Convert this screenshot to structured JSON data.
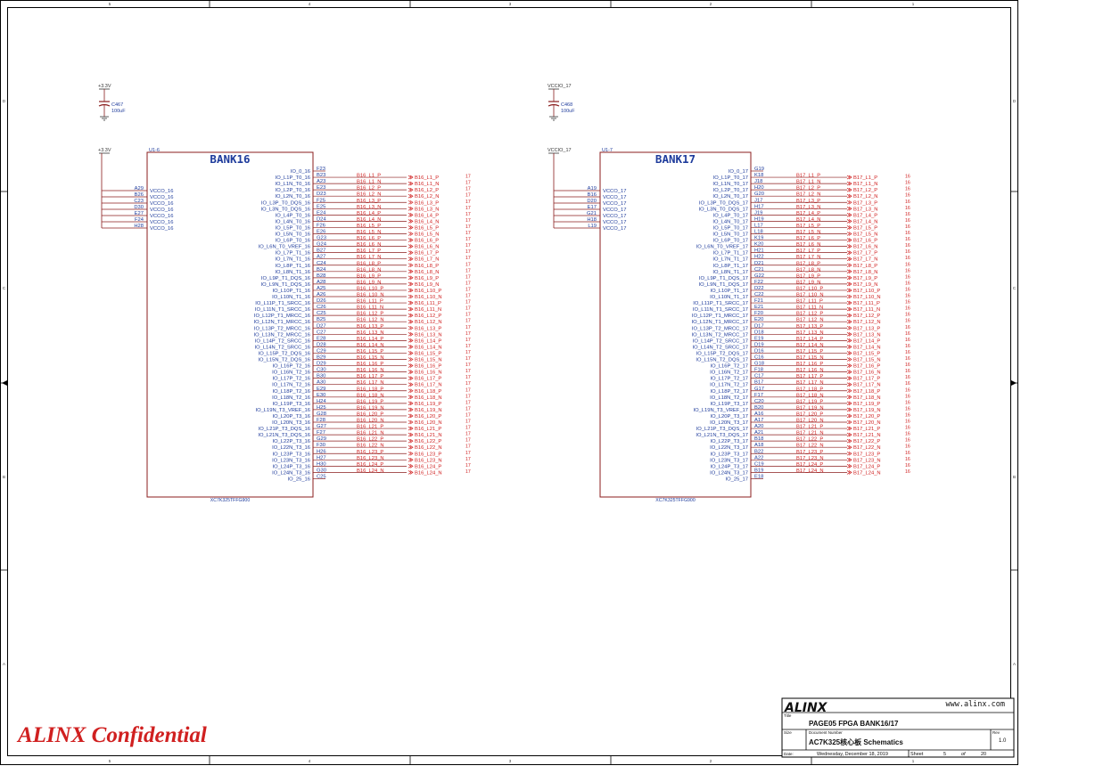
{
  "frame": {
    "top_cols": [
      "5",
      "4",
      "3",
      "2",
      "1"
    ],
    "bottom_cols": [
      "5",
      "4",
      "3",
      "2",
      "1"
    ],
    "rows": [
      "D",
      "C",
      "B",
      "A"
    ]
  },
  "power": {
    "left": {
      "top_net": "+3.3V",
      "cap_ref": "C467",
      "cap_val": "100uF",
      "feed_net": "+3.3V"
    },
    "right": {
      "top_net": "VCCIO_17",
      "cap_ref": "C468",
      "cap_val": "100uF",
      "feed_net": "VCCIO_17"
    }
  },
  "banks": [
    {
      "id": "bank16",
      "title": "BANK16",
      "ref": "U1-6",
      "part": "XC7K325TFFG900",
      "vcc_pins": [
        "A29",
        "B26",
        "C23",
        "D30",
        "E27",
        "F24",
        "H28"
      ],
      "vcc_names": [
        "VCCO_16",
        "VCCO_16",
        "VCCO_16",
        "VCCO_16",
        "VCCO_16",
        "VCCO_16",
        "VCCO_16"
      ],
      "io_names": [
        "IO_0_16",
        "IO_L1P_T0_16",
        "IO_L1N_T0_16",
        "IO_L2P_T0_16",
        "IO_L2N_T0_16",
        "IO_L3P_T0_DQS_16",
        "IO_L3N_T0_DQS_16",
        "IO_L4P_T0_16",
        "IO_L4N_T0_16",
        "IO_L5P_T0_16",
        "IO_L5N_T0_16",
        "IO_L6P_T0_16",
        "IO_L6N_T0_VREF_16",
        "IO_L7P_T1_16",
        "IO_L7N_T1_16",
        "IO_L8P_T1_16",
        "IO_L8N_T1_16",
        "IO_L9P_T1_DQS_16",
        "IO_L9N_T1_DQS_16",
        "IO_L10P_T1_16",
        "IO_L10N_T1_16",
        "IO_L11P_T1_SRCC_16",
        "IO_L11N_T1_SRCC_16",
        "IO_L12P_T1_MRCC_16",
        "IO_L12N_T1_MRCC_16",
        "IO_L13P_T2_MRCC_16",
        "IO_L13N_T2_MRCC_16",
        "IO_L14P_T2_SRCC_16",
        "IO_L14N_T2_SRCC_16",
        "IO_L15P_T2_DQS_16",
        "IO_L15N_T2_DQS_16",
        "IO_L16P_T2_16",
        "IO_L16N_T2_16",
        "IO_L17P_T2_16",
        "IO_L17N_T2_16",
        "IO_L18P_T2_16",
        "IO_L18N_T2_16",
        "IO_L19P_T3_16",
        "IO_L19N_T3_VREF_16",
        "IO_L20P_T3_16",
        "IO_L20N_T3_16",
        "IO_L21P_T3_DQS_16",
        "IO_L21N_T3_DQS_16",
        "IO_L22P_T3_16",
        "IO_L22N_T3_16",
        "IO_L23P_T3_16",
        "IO_L23N_T3_16",
        "IO_L24P_T3_16",
        "IO_L24N_T3_16",
        "IO_25_16"
      ],
      "io_pins": [
        "F23",
        "B23",
        "A23",
        "E23",
        "D23",
        "F25",
        "E25",
        "E24",
        "D24",
        "F26",
        "E26",
        "G23",
        "G24",
        "B27",
        "A27",
        "C24",
        "B24",
        "B28",
        "A28",
        "A25",
        "A26",
        "D26",
        "C26",
        "C25",
        "B25",
        "D27",
        "C27",
        "E28",
        "D28",
        "C29",
        "B29",
        "D29",
        "C30",
        "B30",
        "A30",
        "E29",
        "E30",
        "H24",
        "H25",
        "G28",
        "F28",
        "G27",
        "F27",
        "G29",
        "F30",
        "H26",
        "H27",
        "H30",
        "G30",
        "C25"
      ],
      "nets": [
        "",
        "B16_L1_P",
        "B16_L1_N",
        "B16_L2_P",
        "B16_L2_N",
        "B16_L3_P",
        "B16_L3_N",
        "B16_L4_P",
        "B16_L4_N",
        "B16_L5_P",
        "B16_L5_N",
        "B16_L6_P",
        "B16_L6_N",
        "B16_L7_P",
        "B16_L7_N",
        "B16_L8_P",
        "B16_L8_N",
        "B16_L9_P",
        "B16_L9_N",
        "B16_L10_P",
        "B16_L10_N",
        "B16_L11_P",
        "B16_L11_N",
        "B16_L12_P",
        "B16_L12_N",
        "B16_L13_P",
        "B16_L13_N",
        "B16_L14_P",
        "B16_L14_N",
        "B16_L15_P",
        "B16_L15_N",
        "B16_L16_P",
        "B16_L16_N",
        "B16_L17_P",
        "B16_L17_N",
        "B16_L18_P",
        "B16_L18_N",
        "B16_L19_P",
        "B16_L19_N",
        "B16_L20_P",
        "B16_L20_N",
        "B16_L21_P",
        "B16_L21_N",
        "B16_L22_P",
        "B16_L22_N",
        "B16_L23_P",
        "B16_L23_N",
        "B16_L24_P",
        "B16_L24_N",
        ""
      ],
      "offpage": "17"
    },
    {
      "id": "bank17",
      "title": "BANK17",
      "ref": "U1-7",
      "part": "XC7K325TFFG900",
      "vcc_pins": [
        "A19",
        "B16",
        "D20",
        "E17",
        "G21",
        "H18",
        "L19"
      ],
      "vcc_names": [
        "VCCO_17",
        "VCCO_17",
        "VCCO_17",
        "VCCO_17",
        "VCCO_17",
        "VCCO_17",
        "VCCO_17"
      ],
      "io_names": [
        "IO_0_17",
        "IO_L1P_T0_17",
        "IO_L1N_T0_17",
        "IO_L2P_T0_17",
        "IO_L2N_T0_17",
        "IO_L3P_T0_DQS_17",
        "IO_L3N_T0_DQS_17",
        "IO_L4P_T0_17",
        "IO_L4N_T0_17",
        "IO_L5P_T0_17",
        "IO_L5N_T0_17",
        "IO_L6P_T0_17",
        "IO_L6N_T0_VREF_17",
        "IO_L7P_T1_17",
        "IO_L7N_T1_17",
        "IO_L8P_T1_17",
        "IO_L8N_T1_17",
        "IO_L9P_T1_DQS_17",
        "IO_L9N_T1_DQS_17",
        "IO_L10P_T1_17",
        "IO_L10N_T1_17",
        "IO_L11P_T1_SRCC_17",
        "IO_L11N_T1_SRCC_17",
        "IO_L12P_T1_MRCC_17",
        "IO_L12N_T1_MRCC_17",
        "IO_L13P_T2_MRCC_17",
        "IO_L13N_T2_MRCC_17",
        "IO_L14P_T2_SRCC_17",
        "IO_L14N_T2_SRCC_17",
        "IO_L15P_T2_DQS_17",
        "IO_L15N_T2_DQS_17",
        "IO_L16P_T2_17",
        "IO_L16N_T2_17",
        "IO_L17P_T2_17",
        "IO_L17N_T2_17",
        "IO_L18P_T2_17",
        "IO_L18N_T2_17",
        "IO_L19P_T3_17",
        "IO_L19N_T3_VREF_17",
        "IO_L20P_T3_17",
        "IO_L20N_T3_17",
        "IO_L21P_T3_DQS_17",
        "IO_L21N_T3_DQS_17",
        "IO_L22P_T3_17",
        "IO_L22N_T3_17",
        "IO_L23P_T3_17",
        "IO_L23N_T3_17",
        "IO_L24P_T3_17",
        "IO_L24N_T3_17",
        "IO_25_17"
      ],
      "io_pins": [
        "G19",
        "K18",
        "J18",
        "H20",
        "G20",
        "J17",
        "H17",
        "J19",
        "H19",
        "L17",
        "L18",
        "K19",
        "K20",
        "H21",
        "H22",
        "D21",
        "C21",
        "G22",
        "F22",
        "D22",
        "C22",
        "F21",
        "E21",
        "F20",
        "E20",
        "D17",
        "D18",
        "E19",
        "D19",
        "D16",
        "C16",
        "G18",
        "F18",
        "C17",
        "B17",
        "G17",
        "F17",
        "C20",
        "B20",
        "A16",
        "A17",
        "A20",
        "A21",
        "B18",
        "A18",
        "B22",
        "A22",
        "C19",
        "B19",
        "E18"
      ],
      "nets": [
        "",
        "B17_L1_P",
        "B17_L1_N",
        "B17_L2_P",
        "B17_L2_N",
        "B17_L3_P",
        "B17_L3_N",
        "B17_L4_P",
        "B17_L4_N",
        "B17_L5_P",
        "B17_L5_N",
        "B17_L6_P",
        "B17_L6_N",
        "B17_L7_P",
        "B17_L7_N",
        "B17_L8_P",
        "B17_L8_N",
        "B17_L9_P",
        "B17_L9_N",
        "B17_L10_P",
        "B17_L10_N",
        "B17_L11_P",
        "B17_L11_N",
        "B17_L12_P",
        "B17_L12_N",
        "B17_L13_P",
        "B17_L13_N",
        "B17_L14_P",
        "B17_L14_N",
        "B17_L15_P",
        "B17_L15_N",
        "B17_L16_P",
        "B17_L16_N",
        "B17_L17_P",
        "B17_L17_N",
        "B17_L18_P",
        "B17_L18_N",
        "B17_L19_P",
        "B17_L19_N",
        "B17_L20_P",
        "B17_L20_N",
        "B17_L21_P",
        "B17_L21_N",
        "B17_L22_P",
        "B17_L22_N",
        "B17_L23_P",
        "B17_L23_N",
        "B17_L24_P",
        "B17_L24_N",
        ""
      ],
      "offpage": "16"
    }
  ],
  "titleblock": {
    "logo": "ALINX",
    "website": "www.alinx.com",
    "title_label": "Title",
    "title": "PAGE05 FPGA BANK16/17",
    "size_label": "Size",
    "docnum_label": "Document Number",
    "docnum": "AC7K325核心板 Schematics",
    "rev_label": "Rev",
    "rev": "1.0",
    "date_label": "Date:",
    "date": "Wednesday, December 18, 2019",
    "sheet_label": "Sheet",
    "sheet": "5",
    "of_label": "of",
    "total": "20"
  },
  "confidential": "ALINX Confidential"
}
